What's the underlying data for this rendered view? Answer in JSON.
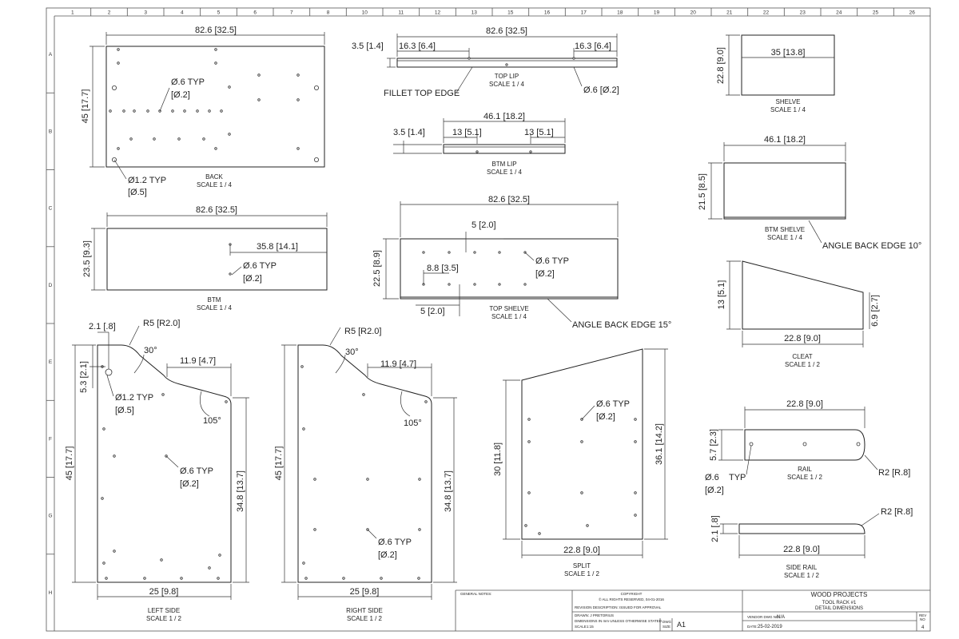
{
  "border": {
    "columns": [
      "1",
      "2",
      "3",
      "4",
      "5",
      "6",
      "7",
      "8",
      "10",
      "11",
      "12",
      "13",
      "15",
      "16",
      "17",
      "18",
      "19",
      "20",
      "21",
      "22",
      "23",
      "24",
      "25",
      "26"
    ],
    "rows": [
      "A",
      "B",
      "C",
      "D",
      "E",
      "F",
      "G",
      "H"
    ]
  },
  "views": {
    "back": {
      "name": "BACK",
      "scale": "SCALE 1 / 4",
      "dim_w": "82.6 [32.5]",
      "dim_h": "45 [17.7]",
      "note_hole_small_1": "Ø.6  TYP",
      "note_hole_small_2": "[Ø.2]",
      "note_hole_large_1": "Ø1.2  TYP",
      "note_hole_large_2": "[Ø.5]"
    },
    "top_lip": {
      "name": "TOP LIP",
      "scale": "SCALE 1 / 4",
      "dim_w": "82.6 [32.5]",
      "dim_left": "16.3 [6.4]",
      "dim_right": "16.3 [6.4]",
      "dim_h": "3.5 [1.4]",
      "note_fillet": "FILLET TOP EDGE",
      "note_hole": "Ø.6 [Ø.2]"
    },
    "btm_lip": {
      "name": "BTM LIP",
      "scale": "SCALE 1 / 4",
      "dim_w": "46.1 [18.2]",
      "dim_h": "3.5 [1.4]",
      "dim_left": "13 [5.1]",
      "dim_right": "13 [5.1]"
    },
    "shelve": {
      "name": "SHELVE",
      "scale": "SCALE 1 / 4",
      "dim_w": "35 [13.8]",
      "dim_h": "22.8 [9.0]"
    },
    "btm": {
      "name": "BTM",
      "scale": "SCALE 1 / 4",
      "dim_w": "82.6 [32.5]",
      "dim_h": "23.5 [9.3]",
      "dim_hole": "35.8 [14.1]",
      "note_hole_1": "Ø.6   TYP",
      "note_hole_2": "[Ø.2]"
    },
    "top_shelve": {
      "name": "TOP SHELVE",
      "scale": "SCALE 1 / 4",
      "dim_w": "82.6 [32.5]",
      "dim_h": "22.5 [8.9]",
      "dim_top": "5 [2.0]",
      "dim_left": "8.8 [3.5]",
      "dim_bottom": "5 [2.0]",
      "note_hole_1": "Ø.6   TYP",
      "note_hole_2": "[Ø.2]",
      "note_angle": "ANGLE BACK EDGE 15°"
    },
    "btm_shelve": {
      "name": "BTM SHELVE",
      "scale": "SCALE 1 / 4",
      "dim_w": "46.1 [18.2]",
      "dim_h": "21.5 [8.5]",
      "note_angle": "ANGLE BACK EDGE 10°"
    },
    "cleat": {
      "name": "CLEAT",
      "scale": "SCALE 1 / 2",
      "dim_w": "22.8 [9.0]",
      "dim_h": "13 [5.1]",
      "dim_h2": "6.9 [2.7]"
    },
    "rail": {
      "name": "RAIL",
      "scale": "SCALE 1 / 2",
      "dim_w": "22.8 [9.0]",
      "dim_h": "5.7 [2.3]",
      "dim_r": "R2 [R.8]",
      "note_hole_1": "Ø.6",
      "note_hole_typ": "TYP",
      "note_hole_2": "[Ø.2]"
    },
    "side_rail": {
      "name": "SIDE RAIL",
      "scale": "SCALE 1 / 2",
      "dim_w": "22.8 [9.0]",
      "dim_h": "2.1 [.8]",
      "dim_r": "R2 [R.8]"
    },
    "left_side": {
      "name": "LEFT SIDE",
      "scale": "SCALE 1 / 2",
      "dim_w": "25 [9.8]",
      "dim_h": "45 [17.7]",
      "dim_h2": "34.8 [13.7]",
      "dim_top": "2.1 [.8]",
      "dim_r": "R5 [R2.0]",
      "dim_angle": "30°",
      "dim_angle2": "105°",
      "dim_step": "11.9 [4.7]",
      "dim_offset": "5.3 [2.1]",
      "note_large_1": "Ø1.2  TYP",
      "note_large_2": "[Ø.5]",
      "note_hole_1": "Ø.6   TYP",
      "note_hole_2": "[Ø.2]"
    },
    "right_side": {
      "name": "RIGHT SIDE",
      "scale": "SCALE 1 / 2",
      "dim_w": "25 [9.8]",
      "dim_h": "45 [17.7]",
      "dim_h2": "34.8 [13.7]",
      "dim_r": "R5 [R2.0]",
      "dim_angle": "30°",
      "dim_angle2": "105°",
      "dim_step": "11.9 [4.7]",
      "note_hole_1": "Ø.6   TYP",
      "note_hole_2": "[Ø.2]"
    },
    "split": {
      "name": "SPLIT",
      "scale": "SCALE 1 / 2",
      "dim_w": "22.8 [9.0]",
      "dim_h": "30 [11.8]",
      "dim_h2": "36.1 [14.2]",
      "note_hole_1": "Ø.6   TYP",
      "note_hole_2": "[Ø.2]"
    }
  },
  "title_block": {
    "general_notes": "GENERAL NOTES:",
    "copyright": "COPYRIGHT",
    "rights": "© ALL RIGHTS RESERVED, 04-01-2016",
    "revision": "REVISION DESCRIPTION: ISSUED FOR APPROVAL",
    "drawn": "DRAWN: J PRETORIUS",
    "dimensions": "DIMENSIONS IN mm UNLESS OTHERWISE STATED",
    "scale_label": "SCALE",
    "scale_value": "1:15",
    "dwg_size_label_1": "DWG",
    "dwg_size_label_2": "SIZE",
    "dwg_size": "A1",
    "company": "WOOD PROJECTS",
    "project": "TOOL RACK #1",
    "sheet_title": "DETAIL DIMENSIONS",
    "vendor_label": "VENDOR DWG NO:",
    "vendor_value": "N/A",
    "date_label": "DATE:",
    "date_value": "25-02-2019",
    "rev_label_1": "REV",
    "rev_label_2": "NO",
    "rev_value": "4"
  }
}
